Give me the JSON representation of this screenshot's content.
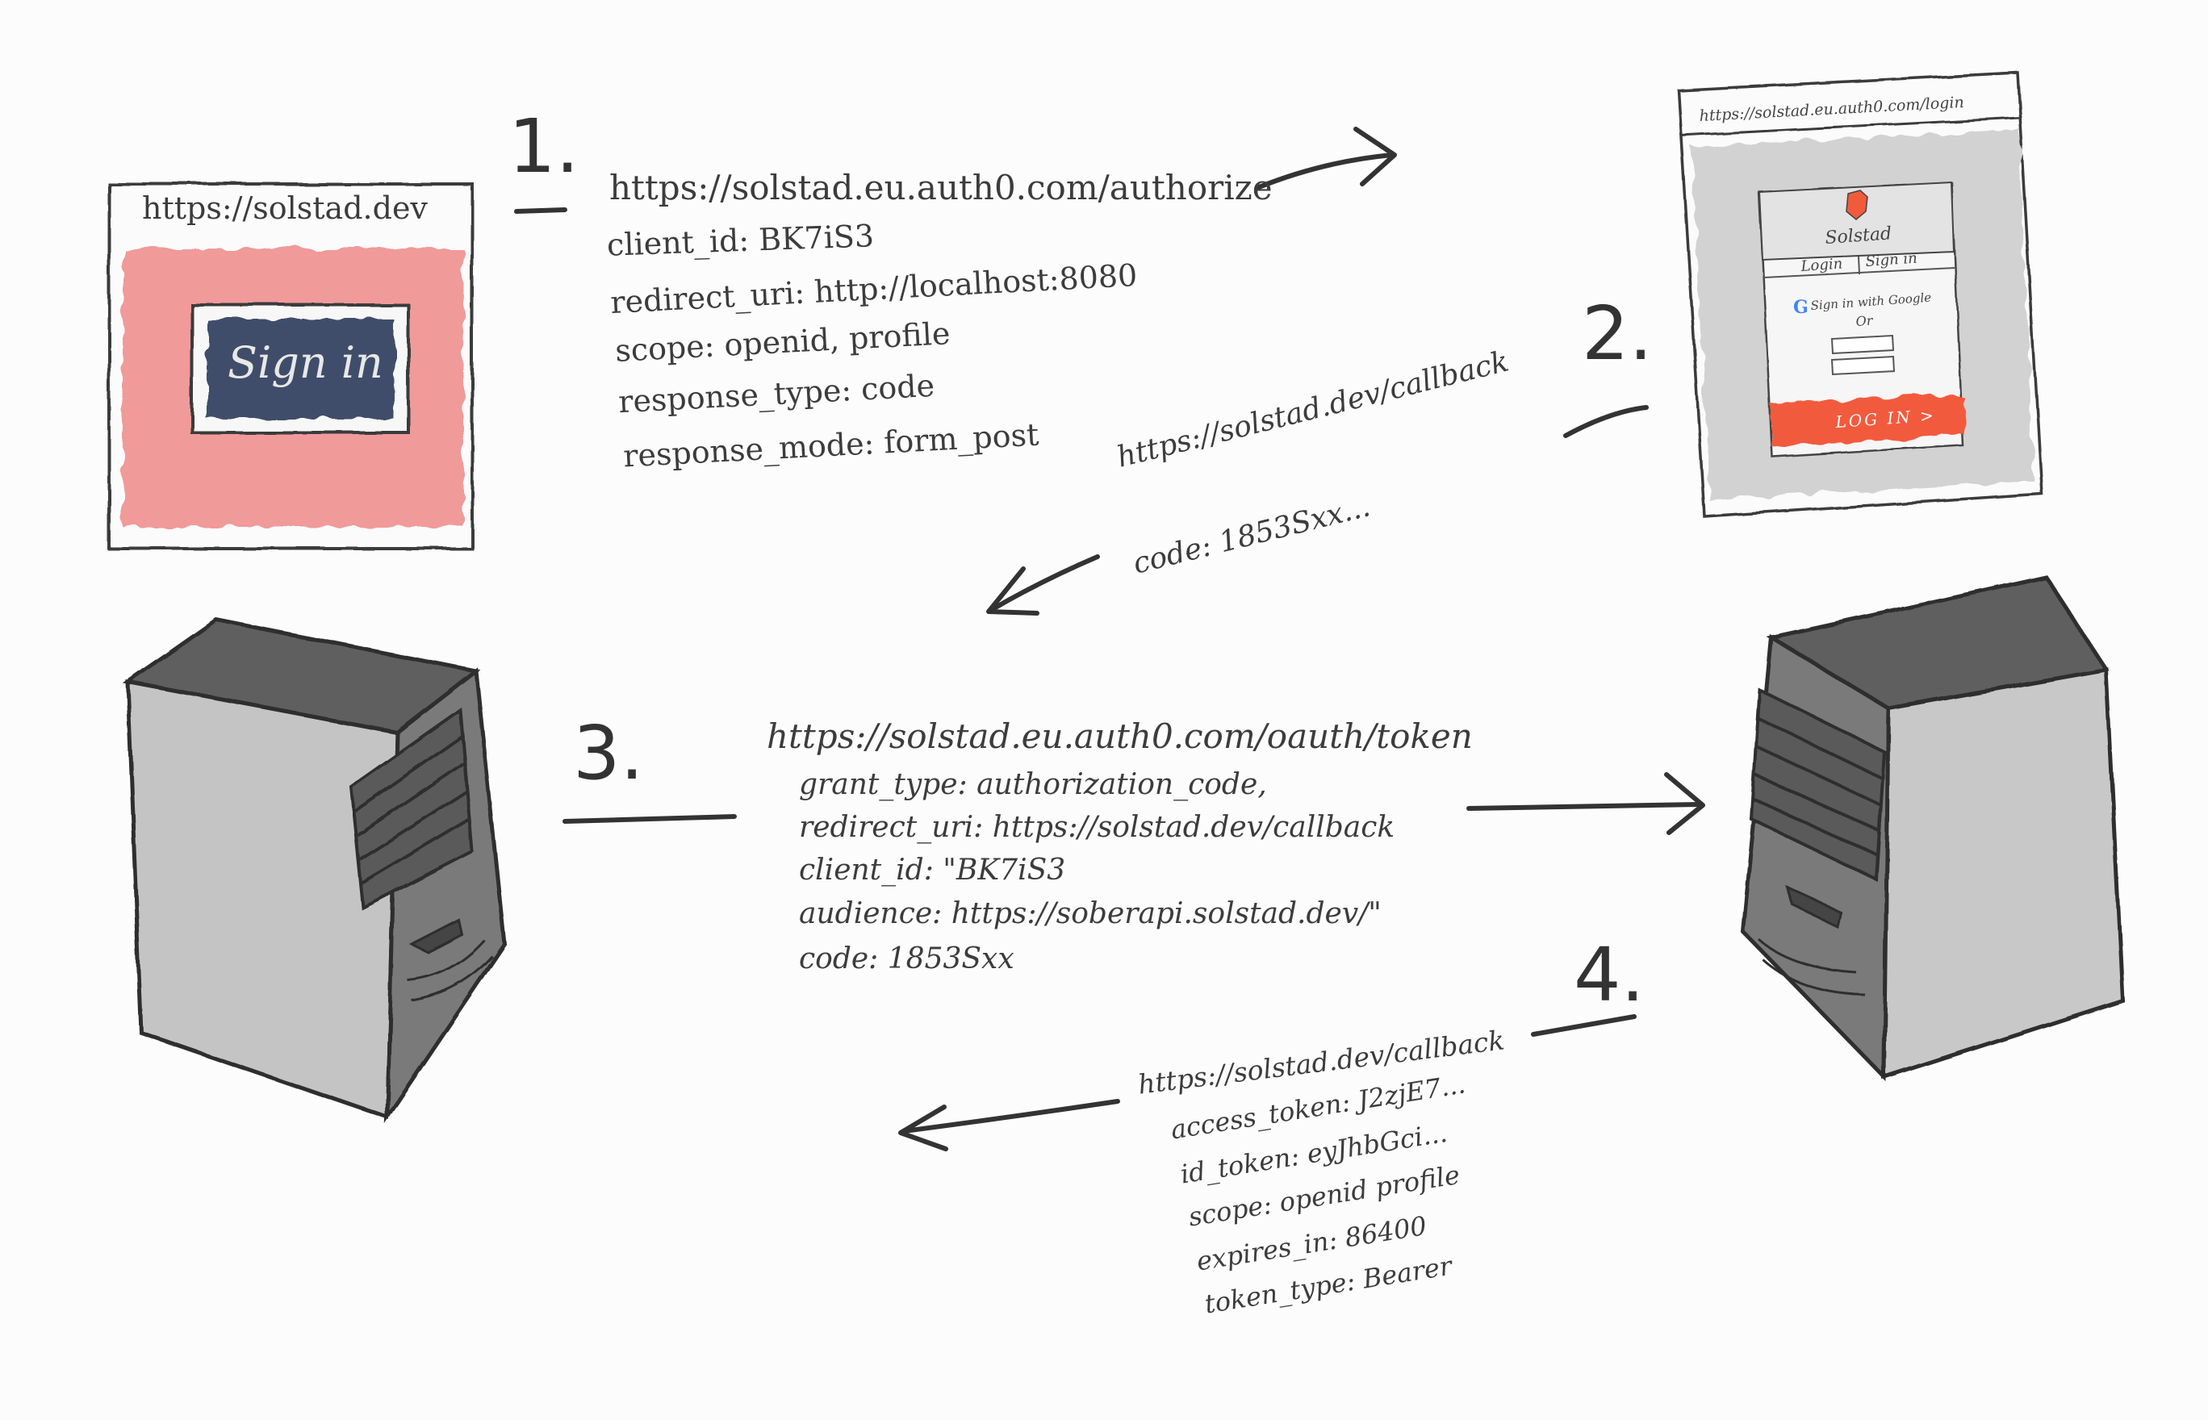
{
  "diagram": {
    "browser": {
      "url": "https://solstad.dev",
      "button_label": "Sign in"
    },
    "step1": {
      "number": "1.",
      "url": "https://solstad.eu.auth0.com/authorize",
      "params": [
        "client_id: BK7iS3",
        "redirect_uri: http://localhost:8080",
        "scope: openid, profile",
        "response_type: code",
        "response_mode: form_post"
      ]
    },
    "login_page": {
      "url": "https://solstad.eu.auth0.com/login",
      "brand": "Solstad",
      "tabs": [
        "Login",
        "Sign in"
      ],
      "google_label": "Sign in with Google",
      "or_label": "Or",
      "login_button": "LOG IN >"
    },
    "step2": {
      "number": "2.",
      "url": "https://solstad.dev/callback",
      "code": "code: 1853Sxx..."
    },
    "step3": {
      "number": "3.",
      "url": "https://solstad.eu.auth0.com/oauth/token",
      "params": [
        "grant_type: authorization_code,",
        "redirect_uri: https://solstad.dev/callback",
        "client_id: \"BK7iS3",
        "audience: https://soberapi.solstad.dev/\"",
        "code: 1853Sxx"
      ]
    },
    "step4": {
      "number": "4.",
      "url": "https://solstad.dev/callback",
      "params": [
        "access_token: J2zjE7...",
        "id_token: eyJhbGci...",
        "scope: openid profile",
        "expires_in: 86400",
        "token_type: Bearer"
      ]
    },
    "colors": {
      "pink": "#f09a9a",
      "navy": "#3f4e6b",
      "orange_red": "#f25a3c",
      "server_light": "#c8c8c8",
      "server_dark": "#6a6a6a",
      "ink": "#3a3a3a"
    }
  }
}
